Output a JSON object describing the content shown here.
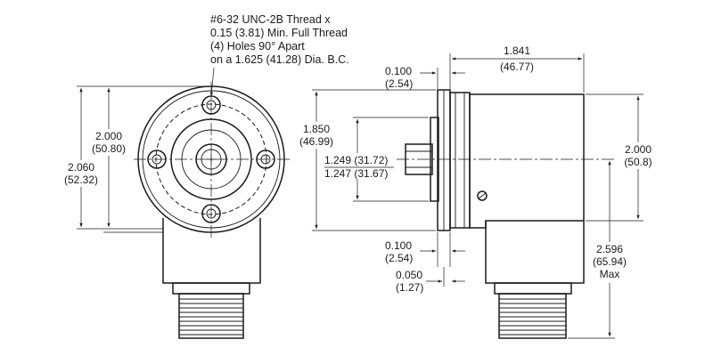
{
  "callout": {
    "line1": "#6-32 UNC-2B Thread x",
    "line2": "0.15 (3.81) Min. Full Thread",
    "line3": "(4) Holes 90° Apart",
    "line4": "on a 1.625 (41.28) Dia. B.C."
  },
  "front_view": {
    "height_inner": {
      "inch": "2.000",
      "mm": "(50.80)"
    },
    "height_outer": {
      "inch": "2.060",
      "mm": "(52.32)"
    }
  },
  "side_view": {
    "flange_thickness": {
      "inch": "0.100",
      "mm": "(2.54)"
    },
    "body_length": {
      "inch": "1.841",
      "mm": "(46.77)"
    },
    "pilot_dia": {
      "inch": "1.850",
      "mm": "(46.99)"
    },
    "shaft_dia_max": {
      "text": "1.249 (31.72)"
    },
    "shaft_dia_min": {
      "text": "1.247 (31.67)"
    },
    "body_height": {
      "inch": "2.000",
      "mm": "(50.8)"
    },
    "bottom_gap": {
      "inch": "0.100",
      "mm": "(2.54)"
    },
    "small_step": {
      "inch": "0.050",
      "mm": "(1.27)"
    },
    "overall_height": {
      "inch": "2.596",
      "mm": "(65.94)",
      "note": "Max"
    }
  }
}
